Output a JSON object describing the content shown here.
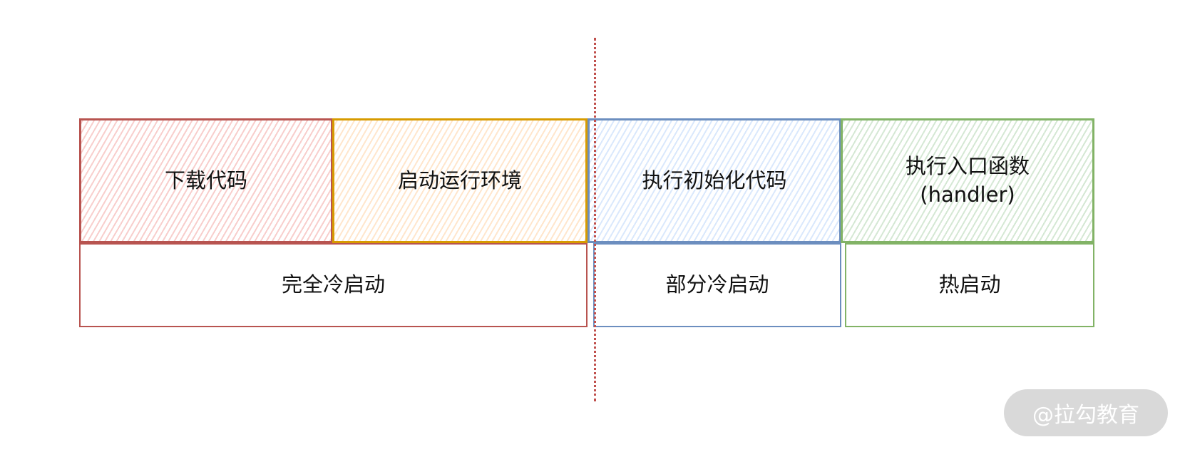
{
  "stages": [
    {
      "label": "下载代码",
      "color": "#b85450"
    },
    {
      "label": "启动运行环境",
      "color": "#d79b00"
    },
    {
      "label": "执行初始化代码",
      "color": "#6c8ebf"
    },
    {
      "label": "执行入口函数",
      "sublabel": "(handler)",
      "color": "#82b366"
    }
  ],
  "start_types": [
    {
      "label": "完全冷启动",
      "color": "#b85450"
    },
    {
      "label": "部分冷启动",
      "color": "#6c8ebf"
    },
    {
      "label": "热启动",
      "color": "#82b366"
    }
  ],
  "watermark": "@拉勾教育"
}
